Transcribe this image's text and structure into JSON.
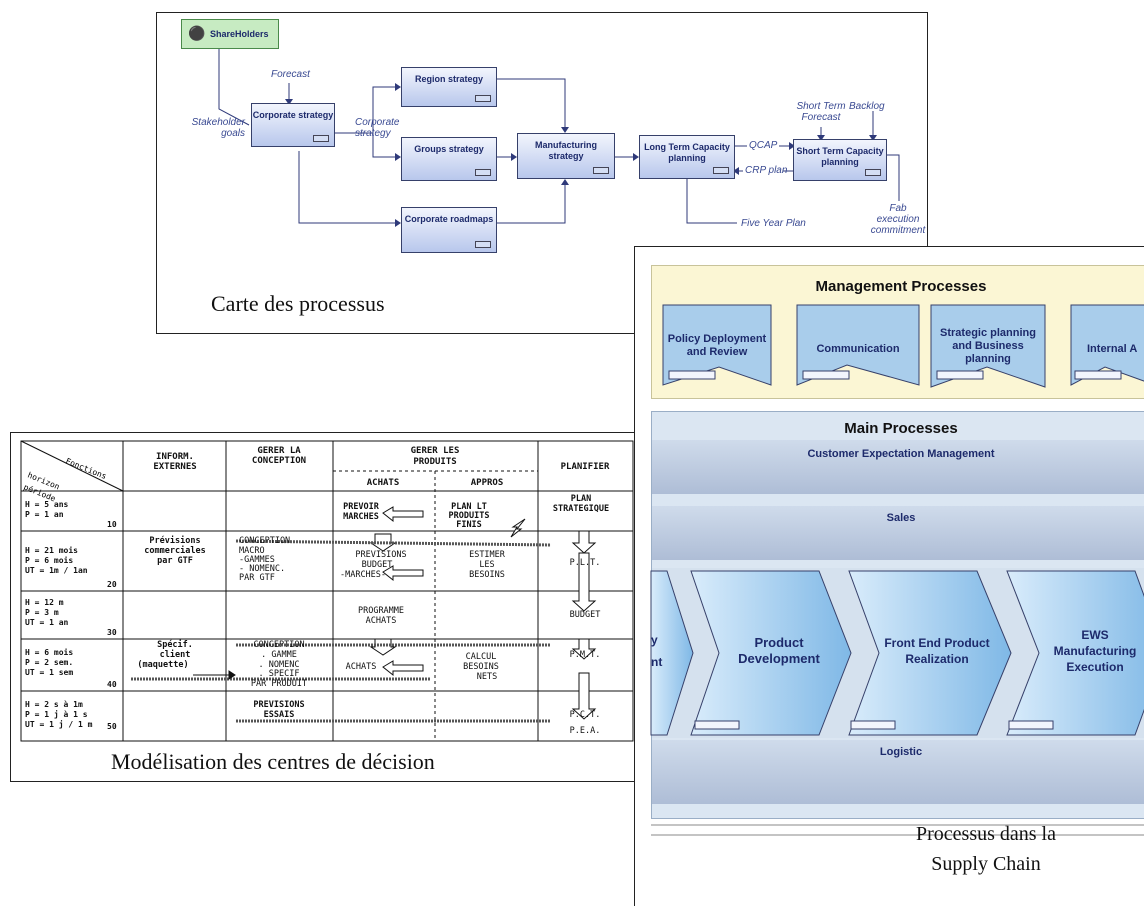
{
  "carte": {
    "caption": "Carte des processus",
    "shareholders": "ShareHolders",
    "boxes": {
      "corporate": "Corporate strategy",
      "region": "Region strategy",
      "groups": "Groups strategy",
      "roadmaps": "Corporate roadmaps",
      "manufacturing_1": "Manufacturing",
      "manufacturing_2": "strategy",
      "ltcp_1": "Long Term Capacity",
      "ltcp_2": "planning",
      "stcp_1": "Short Term Capacity",
      "stcp_2": "planning"
    },
    "annotations": {
      "forecast": "Forecast",
      "stakeholder_1": "Stakeholder",
      "stakeholder_2": "goals",
      "corpstrat_1": "Corporate",
      "corpstrat_2": "strategy",
      "qcap": "QCAP",
      "crp": "CRP plan",
      "stf_1": "Short Term",
      "stf_2": "Forecast",
      "backlog": "Backlog",
      "fab_1": "Fab execution",
      "fab_2": "commitment",
      "fiveyear": "Five Year Plan"
    }
  },
  "model": {
    "caption": "Modélisation des centres de décision",
    "corner_1": "Fonctions",
    "corner_2": "horizon",
    "corner_3": "période",
    "headers": {
      "inform_1": "INFORM.",
      "inform_2": "EXTERNES",
      "gerer_conc_1": "GERER LA",
      "gerer_conc_2": "CONCEPTION",
      "gerer_prod_1": "GERER LES",
      "gerer_prod_2": "PRODUITS",
      "achats": "ACHATS",
      "appros": "APPROS",
      "planifier": "PLANIFIER"
    },
    "rows": [
      {
        "l1": "H = 5 ans",
        "l2": "P = 1 an",
        "l3": "",
        "num": "10"
      },
      {
        "l1": "H = 21 mois",
        "l2": "P = 6 mois",
        "l3": "UT = 1m / 1an",
        "num": "20"
      },
      {
        "l1": "H = 12 m",
        "l2": "P = 3 m",
        "l3": "UT = 1 an",
        "num": "30"
      },
      {
        "l1": "H = 6 mois",
        "l2": "P = 2 sem.",
        "l3": "UT = 1 sem",
        "num": "40"
      },
      {
        "l1": "H = 2 s à 1m",
        "l2": "P = 1 j à 1 s",
        "l3": "UT = 1 j / 1 m",
        "num": "50"
      }
    ],
    "cells": {
      "prevoir_1": "PREVOIR",
      "prevoir_2": "MARCHES",
      "planlt_1": "PLAN LT",
      "planlt_2": "PRODUITS",
      "planlt_3": "FINIS",
      "planstrat_1": "PLAN",
      "planstrat_2": "STRATEGIQUE",
      "prevcom_1": "Prévisions",
      "prevcom_2": "commerciales",
      "prevcom_3": "par GTF",
      "concmacro_1": "CONCEPTION",
      "concmacro_2": "MACRO",
      "concmacro_3": "-GAMMES",
      "concmacro_4": "- NOMENC.",
      "concmacro_5": "PAR GTF",
      "previsions": "PREVISIONS",
      "budgetmarches_1": "BUDGET",
      "budgetmarches_2": "-MARCHES-",
      "estimer_1": "ESTIMER",
      "estimer_2": "LES",
      "estimer_3": "BESOINS",
      "plt": "P.L.T.",
      "programme_1": "PROGRAMME",
      "programme_2": "ACHATS",
      "budget": "BUDGET",
      "specif_1": "Spécif.",
      "specif_2": "client",
      "specif_3": "(maquette)",
      "concprod_1": "CONCEPTION",
      "concprod_2": ". GAMME",
      "concprod_3": ". NOMENC",
      "concprod_4": ". SPECIF",
      "concprod_5": "PAR PRODUIT",
      "achats": "ACHATS",
      "calcul_1": "CALCUL",
      "calcul_2": "BESOINS",
      "calcul_3": "NETS",
      "pmt": "P.M.T.",
      "prevessais_1": "PREVISIONS",
      "prevessais_2": "ESSAIS",
      "pct": "P.C.T.",
      "pea": "P.E.A."
    }
  },
  "supply": {
    "caption_1": "Processus dans la",
    "caption_2": "Supply Chain",
    "management_title": "Management Processes",
    "management_items": [
      {
        "l1": "Policy Deployment",
        "l2": "and Review",
        "l3": ""
      },
      {
        "l1": "Communication",
        "l2": "",
        "l3": ""
      },
      {
        "l1": "Strategic planning",
        "l2": "and Business",
        "l3": "planning"
      },
      {
        "l1": "Internal A",
        "l2": "",
        "l3": ""
      }
    ],
    "main_title": "Main Processes",
    "customer_expectation": "Customer Expectation Management",
    "sales": "Sales",
    "main_items": [
      {
        "l1": "y",
        "l2": "nt",
        "l3": ""
      },
      {
        "l1": "Product",
        "l2": "Development",
        "l3": ""
      },
      {
        "l1": "Front End Product",
        "l2": "Realization",
        "l3": ""
      },
      {
        "l1": "EWS",
        "l2": "Manufacturing",
        "l3": "Execution"
      }
    ],
    "logistic": "Logistic"
  }
}
